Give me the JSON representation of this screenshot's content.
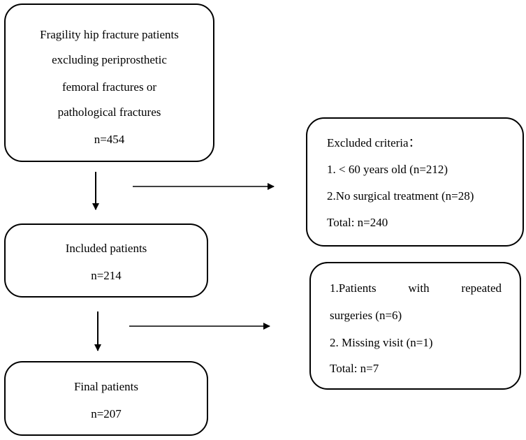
{
  "boxes": {
    "start": {
      "lines": [
        "Fragility hip fracture patients",
        "excluding periprosthetic",
        "femoral fractures or",
        "pathological fractures",
        "n=454"
      ]
    },
    "included": {
      "lines": [
        "Included patients",
        "n=214"
      ]
    },
    "final": {
      "lines": [
        "Final patients",
        "n=207"
      ]
    },
    "exclusion_1": {
      "lines": [
        "Excluded criteria：",
        "1.  < 60 years old (n=212)",
        "2.No surgical treatment (n=28)",
        "Total: n=240"
      ]
    },
    "exclusion_2": {
      "justified_words": [
        "1.Patients",
        "with",
        "repeated"
      ],
      "lines": [
        "surgeries (n=6)",
        "2. Missing visit (n=1)",
        "Total: n=7"
      ]
    }
  }
}
